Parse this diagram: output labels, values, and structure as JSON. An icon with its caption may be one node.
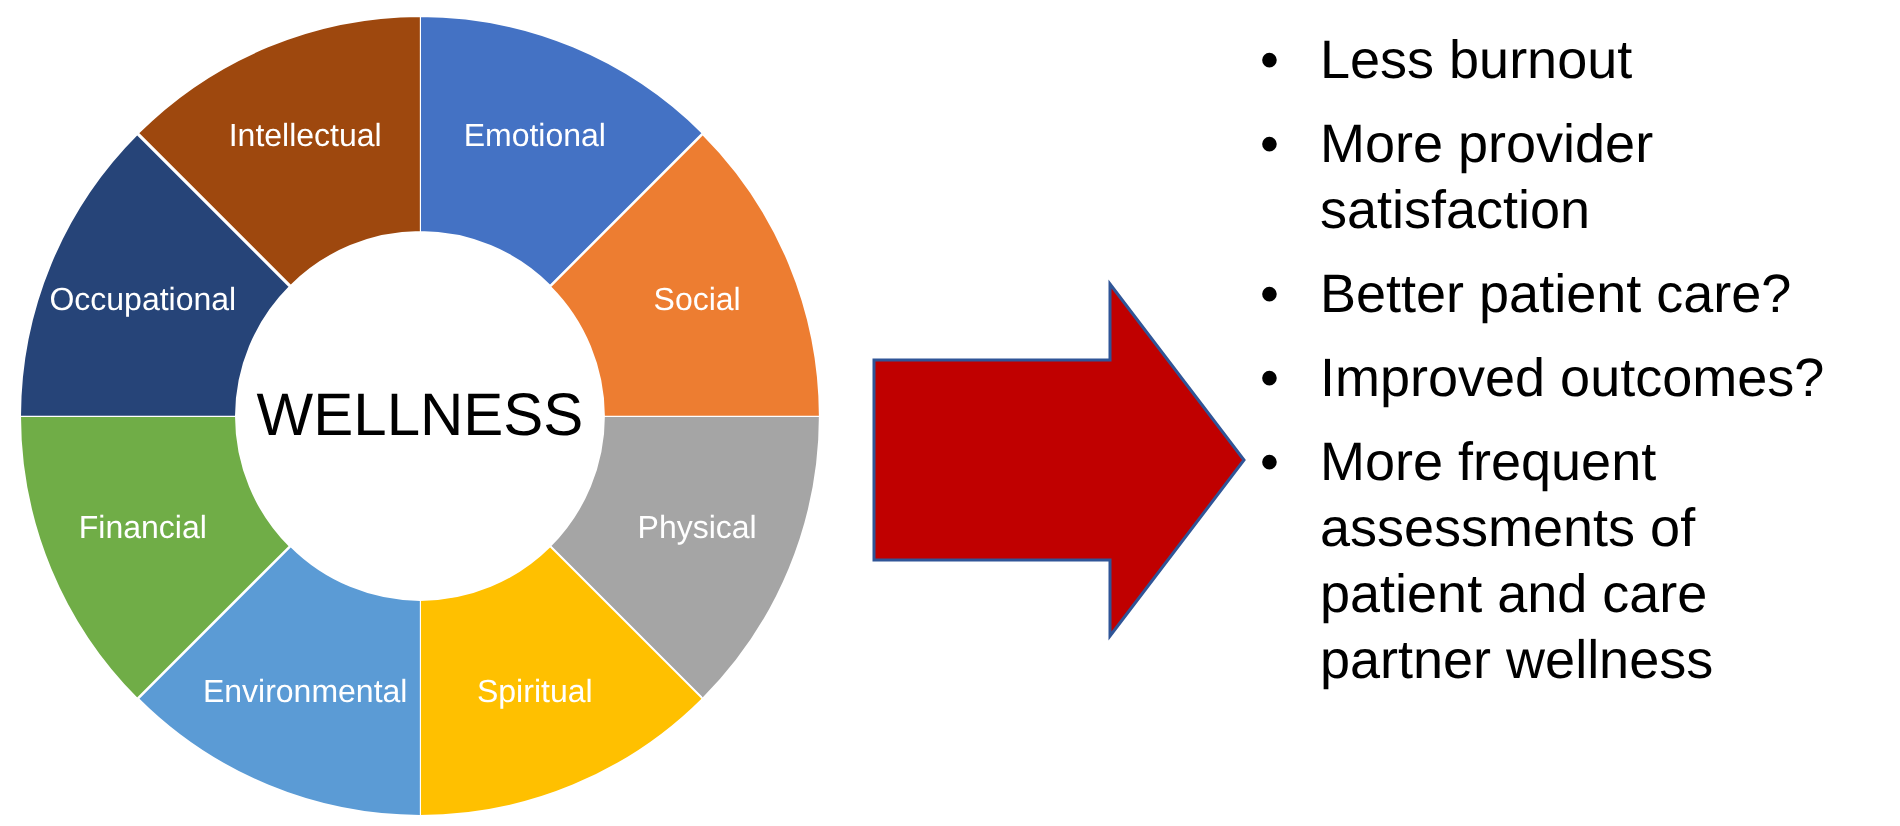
{
  "diagram": {
    "nodes": [
      {
        "text": [
          "WELLNESS"
        ]
      },
      {
        "text": [
          "Emotional"
        ],
        "in": 0
      },
      {
        "text": [
          "Social"
        ],
        "in": 0
      },
      {
        "text": [
          "Physical"
        ],
        "in": 0
      },
      {
        "text": [
          "Spiritual"
        ],
        "in": 0
      },
      {
        "text": [
          "Environmental"
        ],
        "in": 0
      },
      {
        "text": [
          "Financial"
        ],
        "in": 0
      },
      {
        "text": [
          "Occupational"
        ],
        "in": 0
      },
      {
        "text": [
          "Intellectual"
        ],
        "in": 0
      },
      {
        "text": [
          "Less burnout",
          "More provider satisfaction",
          "Better patient care?",
          "Improved outcomes?",
          "More frequent assessments of patient and care partner wellness"
        ]
      }
    ],
    "edges": [
      {
        "from": 0,
        "to": 9,
        "arrow": "to",
        "style": "thick",
        "color": "#c00000"
      }
    ],
    "labels": [
      "•",
      "•",
      "•",
      "•",
      "•"
    ]
  }
}
